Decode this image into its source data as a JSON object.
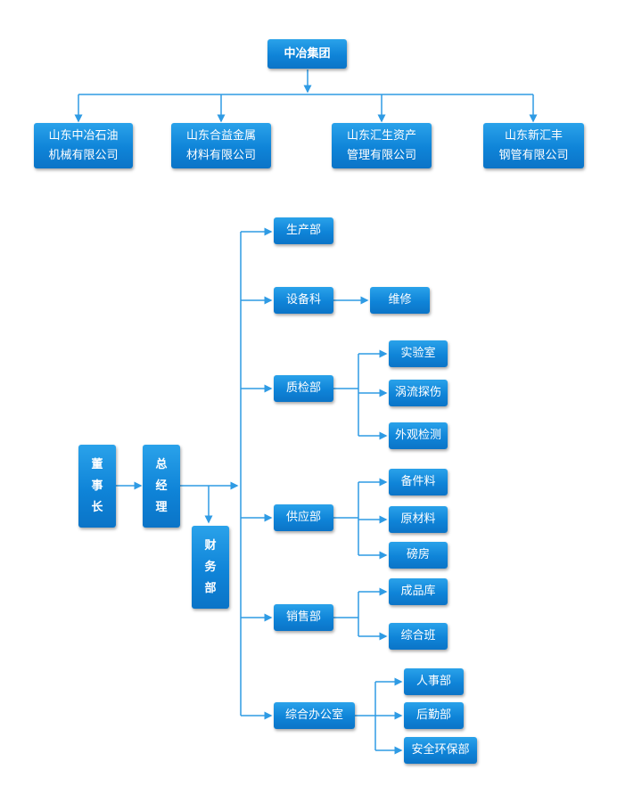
{
  "group": {
    "top": "中冶集团",
    "subsidiaries": [
      [
        "山东中冶石油",
        "机械有限公司"
      ],
      [
        "山东合益金属",
        "材料有限公司"
      ],
      [
        "山东汇生资产",
        "管理有限公司"
      ],
      [
        "山东新汇丰",
        "钢管有限公司"
      ]
    ]
  },
  "org": {
    "chairman": [
      "董",
      "事",
      "长"
    ],
    "gm": [
      "总",
      "经",
      "理"
    ],
    "finance": [
      "财",
      "务",
      "部"
    ],
    "departments": [
      {
        "name": "生产部",
        "children": []
      },
      {
        "name": "设备科",
        "children": [
          "维修"
        ]
      },
      {
        "name": "质检部",
        "children": [
          "实验室",
          "涡流探伤",
          "外观检测"
        ]
      },
      {
        "name": "供应部",
        "children": [
          "备件料",
          "原材料",
          "磅房"
        ]
      },
      {
        "name": "销售部",
        "children": [
          "成品库",
          "综合班"
        ]
      },
      {
        "name": "综合办公室",
        "children": [
          "人事部",
          "后勤部",
          "安全环保部"
        ]
      }
    ]
  },
  "colors": {
    "box": "#1490dd",
    "line": "#2f9be4"
  }
}
